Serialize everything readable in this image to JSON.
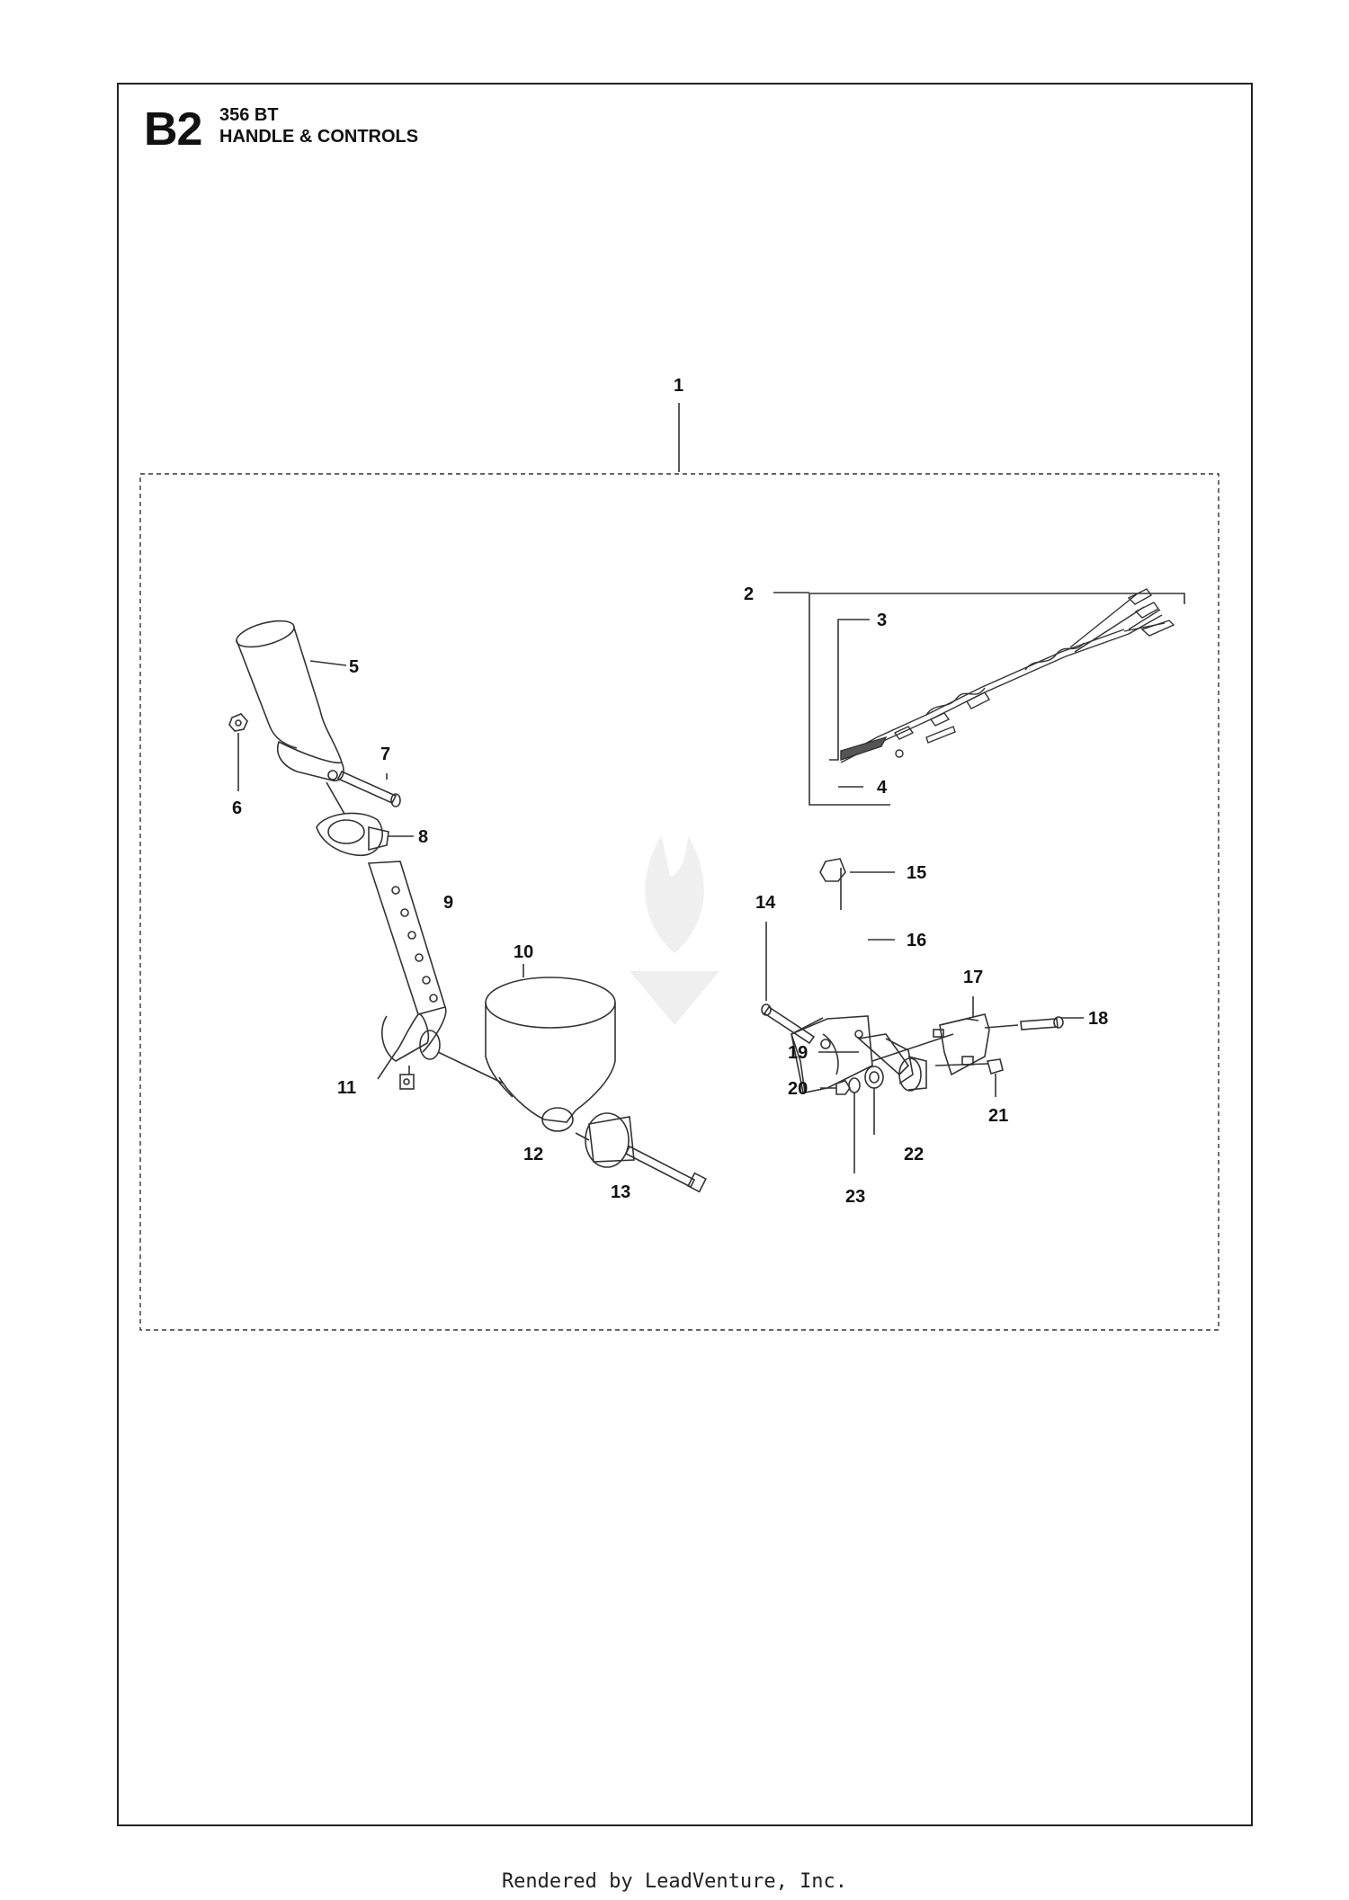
{
  "header": {
    "section_code": "B2",
    "model": "356 BT",
    "title": "HANDLE & CONTROLS"
  },
  "callouts": [
    "1",
    "2",
    "3",
    "4",
    "5",
    "6",
    "7",
    "8",
    "9",
    "10",
    "11",
    "12",
    "13",
    "14",
    "15",
    "16",
    "17",
    "18",
    "19",
    "20",
    "21",
    "22",
    "23"
  ],
  "footer": "Rendered by LeadVenture, Inc."
}
